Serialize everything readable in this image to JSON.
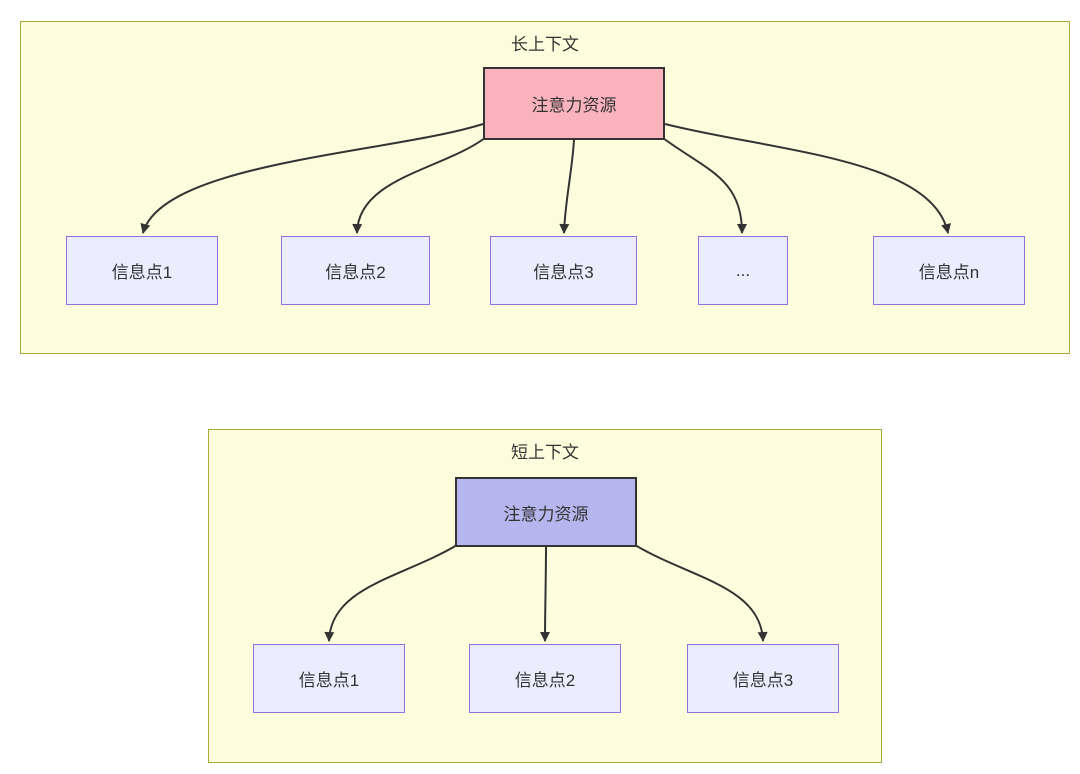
{
  "diagram": {
    "colors": {
      "container_fill": "#fdfdde",
      "container_border": "#a9a93a",
      "attention_long_fill": "#fab3bc",
      "attention_short_fill": "#b6b6ee",
      "attention_border": "#333333",
      "info_fill": "#ececff",
      "info_border": "#9370db",
      "arrow": "#333333",
      "text": "#333333"
    },
    "long_context": {
      "title": "长上下文",
      "attention_label": "注意力资源",
      "info_nodes": [
        "信息点1",
        "信息点2",
        "信息点3",
        "...",
        "信息点n"
      ],
      "edges": [
        {
          "from": "注意力资源",
          "to": "信息点1"
        },
        {
          "from": "注意力资源",
          "to": "信息点2"
        },
        {
          "from": "注意力资源",
          "to": "信息点3"
        },
        {
          "from": "注意力资源",
          "to": "..."
        },
        {
          "from": "注意力资源",
          "to": "信息点n"
        }
      ]
    },
    "short_context": {
      "title": "短上下文",
      "attention_label": "注意力资源",
      "info_nodes": [
        "信息点1",
        "信息点2",
        "信息点3"
      ],
      "edges": [
        {
          "from": "注意力资源",
          "to": "信息点1"
        },
        {
          "from": "注意力资源",
          "to": "信息点2"
        },
        {
          "from": "注意力资源",
          "to": "信息点3"
        }
      ]
    }
  }
}
